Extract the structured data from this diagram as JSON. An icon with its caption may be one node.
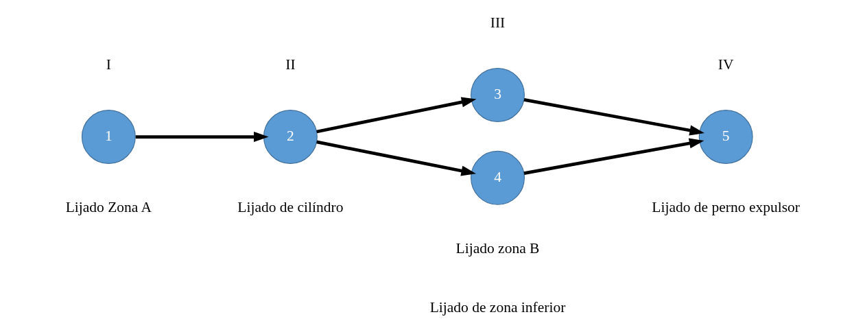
{
  "diagram": {
    "nodes": [
      {
        "text": [
          "1"
        ]
      },
      {
        "text": [
          "2"
        ]
      },
      {
        "text": [
          "3"
        ]
      },
      {
        "text": [
          "4"
        ]
      },
      {
        "text": [
          "5"
        ]
      }
    ],
    "edges": [
      {
        "from": 0,
        "to": 1,
        "arrow": "to"
      },
      {
        "from": 1,
        "to": 2,
        "arrow": "to"
      },
      {
        "from": 1,
        "to": 3,
        "arrow": "to"
      },
      {
        "from": 2,
        "to": 4,
        "arrow": "to"
      },
      {
        "from": 3,
        "to": 4,
        "arrow": "to"
      }
    ],
    "labels": [
      "I",
      "II",
      "III",
      "IV",
      "Lijado Zona A",
      "Lijado de cilíndro",
      "Lijado zona B",
      "Lijado de zona inferior",
      "Lijado de perno expulsor"
    ]
  }
}
